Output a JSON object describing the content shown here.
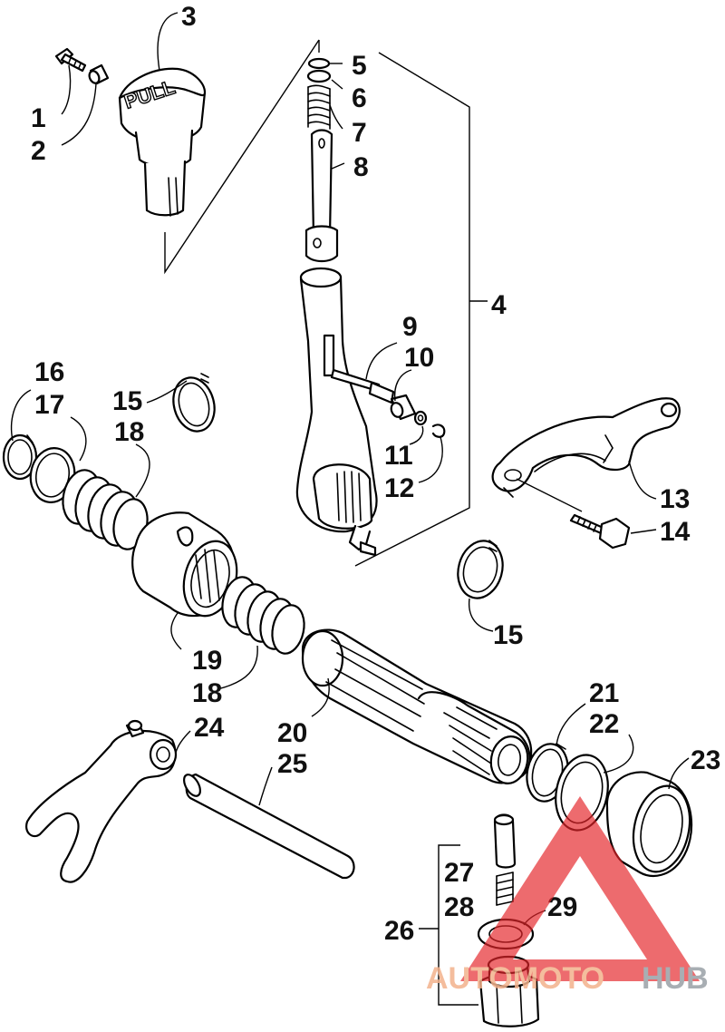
{
  "labels": [
    "1",
    "2",
    "3",
    "4",
    "5",
    "6",
    "7",
    "8",
    "9",
    "10",
    "11",
    "12",
    "13",
    "14",
    "15",
    "15",
    "16",
    "17",
    "18",
    "18",
    "19",
    "20",
    "21",
    "22",
    "23",
    "24",
    "25",
    "26",
    "27",
    "28",
    "29"
  ],
  "knob_text": "PULL",
  "watermark": {
    "part1": "AUTOMOTO",
    "part2": "HUB",
    "color1": "#f3b28c",
    "color2": "#9aa0a6",
    "triangle_color": "#e5252a"
  }
}
